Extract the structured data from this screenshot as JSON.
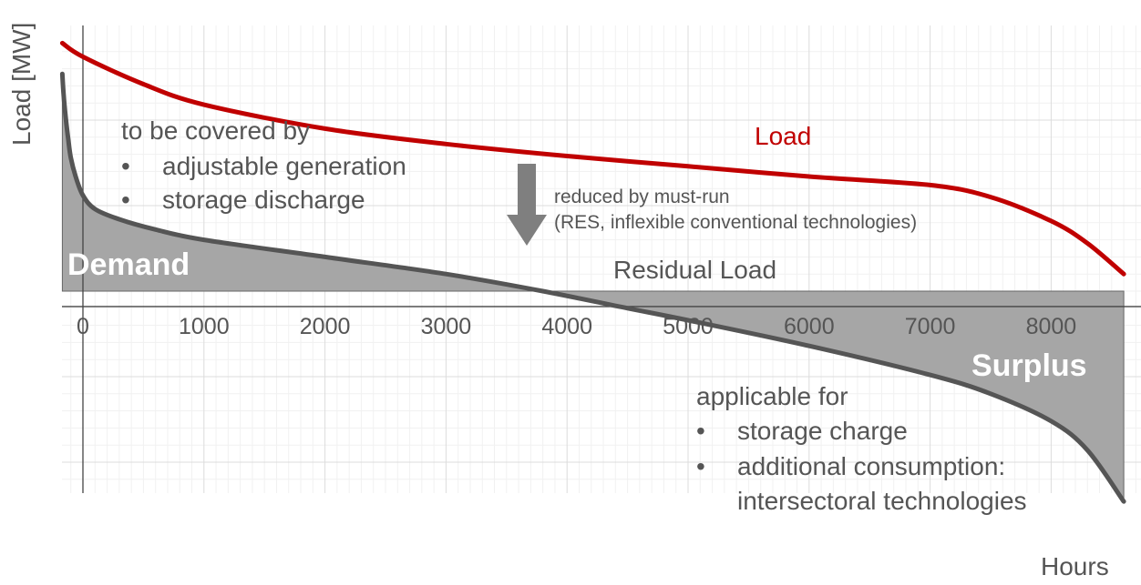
{
  "chart_data": {
    "type": "area",
    "title": "",
    "xlabel": "Hours",
    "ylabel": "Load [MW]",
    "xlim": [
      -170,
      8760
    ],
    "ylim": [
      -1.7,
      1.7
    ],
    "x_ticks": [
      0,
      1000,
      2000,
      3000,
      4000,
      5000,
      6000,
      7000,
      8000
    ],
    "grid": true,
    "series": [
      {
        "name": "Load",
        "color": "#c00000",
        "x": [
          -170,
          0,
          500,
          1000,
          2000,
          3000,
          4000,
          5000,
          6000,
          7000,
          7500,
          8000,
          8300,
          8600
        ],
        "y": [
          1.45,
          1.37,
          1.21,
          1.09,
          0.95,
          0.86,
          0.79,
          0.73,
          0.67,
          0.62,
          0.55,
          0.41,
          0.28,
          0.1
        ]
      },
      {
        "name": "Residual Load",
        "color": "#555555",
        "x": [
          -170,
          -160,
          -140,
          -120,
          -100,
          -60,
          0,
          100,
          300,
          600,
          1000,
          2000,
          3000,
          3800,
          4500,
          5000,
          6000,
          7000,
          7500,
          8000,
          8300,
          8600
        ],
        "y": [
          1.27,
          1.15,
          1.0,
          0.88,
          0.78,
          0.67,
          0.56,
          0.48,
          0.42,
          0.36,
          0.3,
          0.2,
          0.1,
          0.0,
          -0.1,
          -0.17,
          -0.32,
          -0.49,
          -0.6,
          -0.76,
          -0.93,
          -1.23
        ]
      }
    ],
    "annotations": {
      "covered_title": "to be covered by",
      "covered_items": [
        "adjustable generation",
        "storage discharge"
      ],
      "bullet": "•",
      "arrow_line1": "reduced by must-run",
      "arrow_line2": "(RES, inflexible conventional technologies)",
      "demand_label": "Demand",
      "surplus_label": "Surplus",
      "residual_label": "Residual Load",
      "load_label": "Load",
      "applicable_title": "applicable for",
      "applicable_items": [
        "storage charge",
        "additional consumption:"
      ],
      "applicable_item_cont": "intersectoral technologies"
    },
    "colors": {
      "area_fill": "#a6a6a6",
      "arrow": "#7f7f7f",
      "load_line": "#c00000",
      "residual_line": "#555555"
    }
  }
}
